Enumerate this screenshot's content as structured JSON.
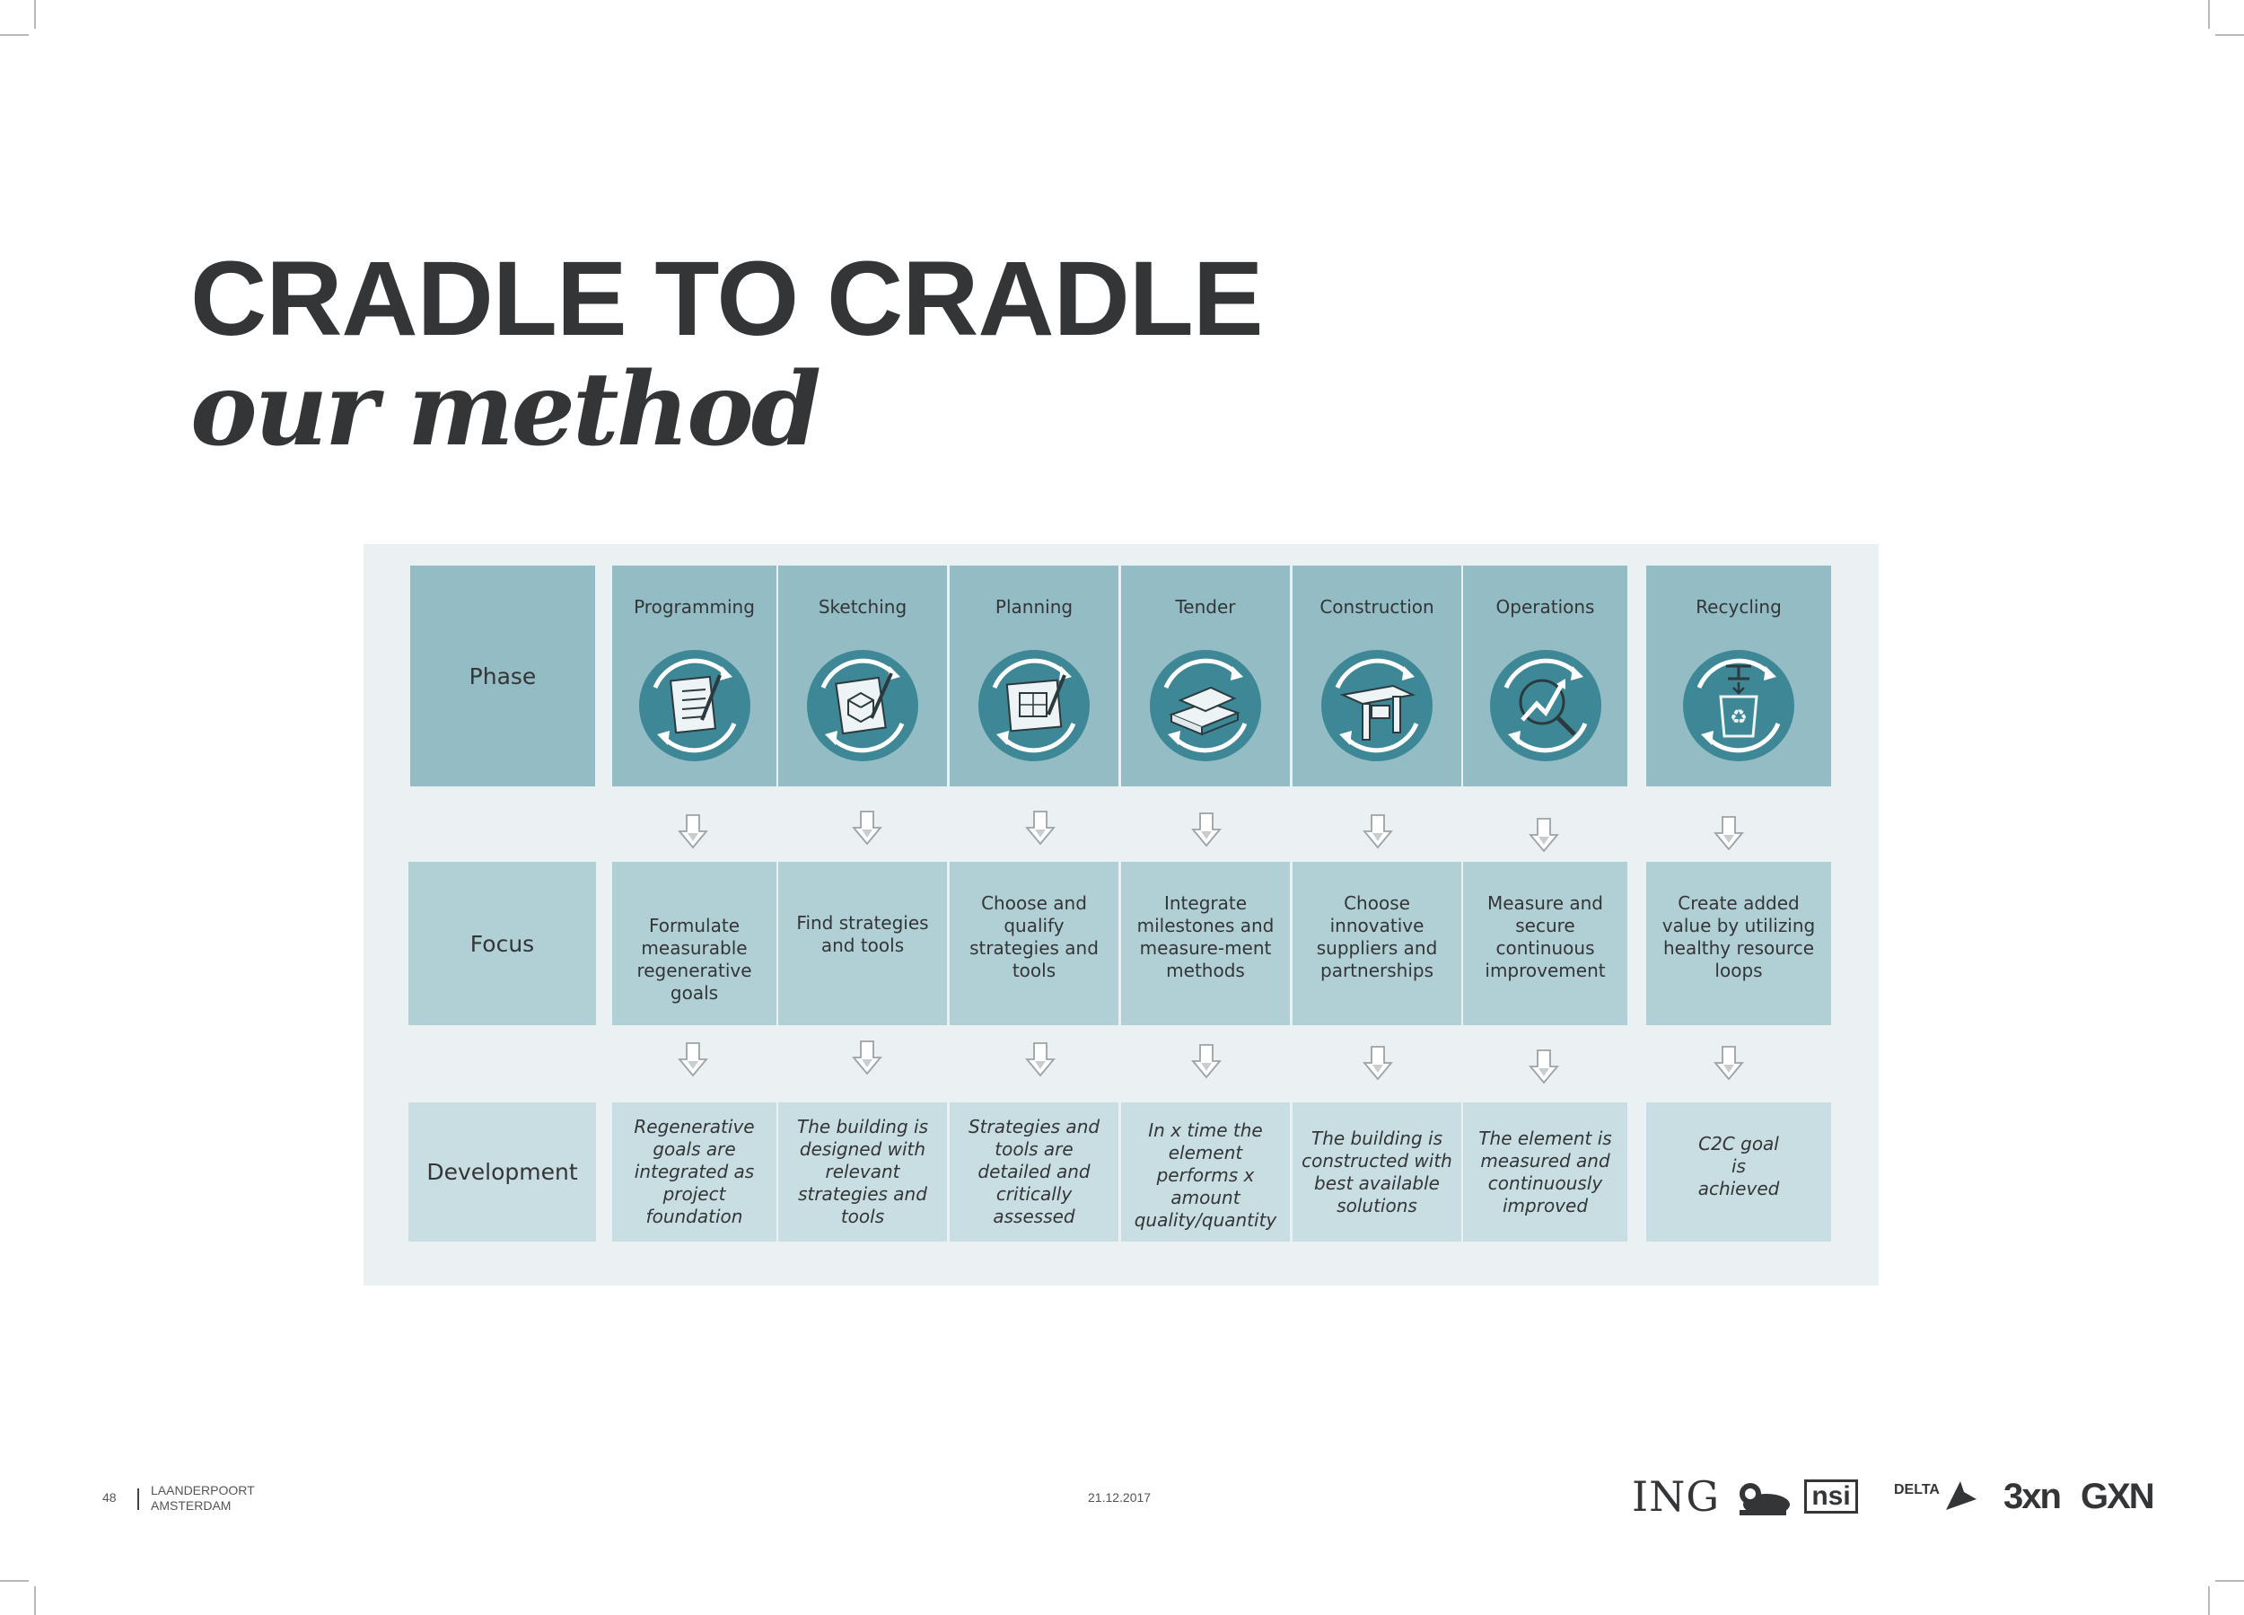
{
  "title": "CRADLE TO CRADLE",
  "subtitle": "our method",
  "rows": {
    "phase": "Phase",
    "focus": "Focus",
    "development": "Development"
  },
  "phases": [
    {
      "name": "Programming",
      "icon": "checklist-icon",
      "focus": "Formulate measurable regenerative goals",
      "development": "Regenerative goals are integrated as project foundation"
    },
    {
      "name": "Sketching",
      "icon": "sketch-icon",
      "focus": "Find strategies and tools",
      "development": "The building is designed with relevant strategies and tools"
    },
    {
      "name": "Planning",
      "icon": "blueprint-icon",
      "focus": "Choose and qualify strategies and tools",
      "development": "Strategies and tools are detailed and critically assessed"
    },
    {
      "name": "Tender",
      "icon": "documents-stack-icon",
      "focus": "Integrate milestones and measure-ment methods",
      "development": "In x time the element performs x amount quality/quantity"
    },
    {
      "name": "Construction",
      "icon": "steel-beam-icon",
      "focus": "Choose innovative suppliers and partnerships",
      "development": "The building is constructed with best available solutions"
    },
    {
      "name": "Operations",
      "icon": "magnifier-chart-icon",
      "focus": "Measure and secure continuous improvement",
      "development": "The element is measured and continuously improved"
    },
    {
      "name": "Recycling",
      "icon": "recycle-bin-icon",
      "focus": "Create added value by utilizing healthy resource loops",
      "development": "C2C goal is achieved"
    }
  ],
  "footer": {
    "page_number": "48",
    "project_line1": "LAANDERPOORT",
    "project_line2": "AMSTERDAM",
    "date": "21.12.2017",
    "logos": [
      "ING",
      "nsi",
      "DELTA",
      "3xn",
      "GXN"
    ]
  },
  "colors": {
    "phase_fill": "#93bcc4",
    "focus_fill": "#b1d0d5",
    "development_fill": "#c9dee2",
    "panel_fill": "#ebf0f2",
    "icon_teal": "#3d8796",
    "text": "#333537"
  }
}
